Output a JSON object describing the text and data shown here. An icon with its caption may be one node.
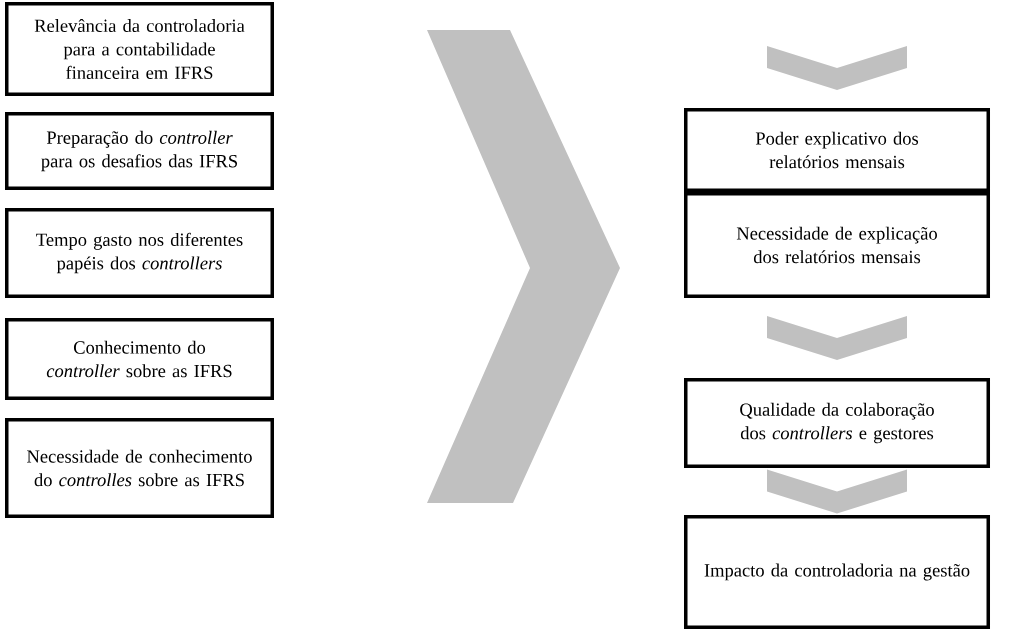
{
  "diagram": {
    "nodes": [
      {
        "text": [
          "Relevância da controladoria para a contabilidade financeira em IFRS"
        ]
      },
      {
        "text": [
          "Preparação do *controller* para os desafios das IFRS"
        ]
      },
      {
        "text": [
          "Tempo gasto nos diferentes papéis dos *controllers*"
        ]
      },
      {
        "text": [
          "Conhecimento do *controller* sobre as IFRS"
        ]
      },
      {
        "text": [
          "Necessidade de conhecimento do *controlles* sobre as IFRS"
        ]
      },
      {
        "text": [
          "Poder explicativo dos relatórios mensais"
        ]
      },
      {
        "text": [
          "Necessidade de explicação dos relatórios mensais"
        ]
      },
      {
        "text": [
          "Qualidade da colaboração dos *controllers* e gestores"
        ]
      },
      {
        "text": [
          "Impacto da controladoria na gestão"
        ]
      }
    ],
    "edges": [
      {
        "from": null,
        "to": 5,
        "arrow": "to"
      },
      {
        "from": 6,
        "to": 7,
        "arrow": "to"
      },
      {
        "from": 7,
        "to": 8,
        "arrow": "to"
      }
    ]
  }
}
